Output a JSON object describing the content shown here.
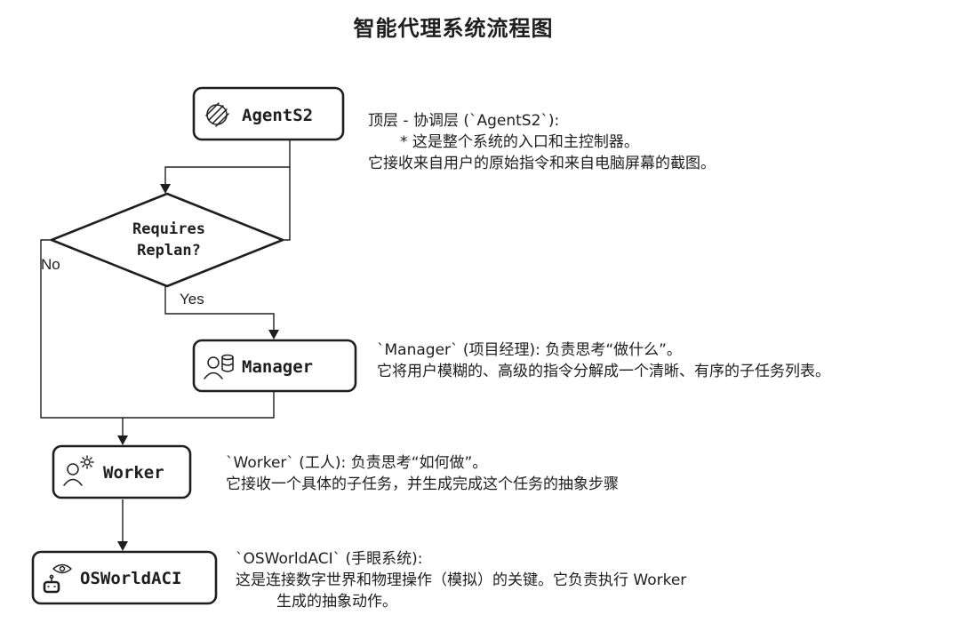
{
  "title": "智能代理系统流程图",
  "nodes": {
    "agents2": "AgentS2",
    "decision_line1": "Requires",
    "decision_line2": "Replan?",
    "manager": "Manager",
    "worker": "Worker",
    "osworldaci": "OSWorldACI"
  },
  "edge_labels": {
    "no": "No",
    "yes": "Yes"
  },
  "icons": {
    "agents2": "stacked-layers-icon",
    "manager": "person-with-database-icon",
    "worker": "person-with-gear-icon",
    "osworldaci": "robot-with-eye-icon"
  },
  "notes": {
    "agents2": [
      "顶层 - 协调层 (`AgentS2`):",
      "* 这是整个系统的入口和主控制器。",
      "它接收来自用户的原始指令和来自电脑屏幕的截图。"
    ],
    "manager": [
      "`Manager` (项目经理): 负责思考“做什么”。",
      "它将用户模糊的、高级的指令分解成一个清晰、有序的子任务列表。"
    ],
    "worker": [
      "`Worker` (工人): 负责思考“如何做”。",
      "它接收一个具体的子任务，并生成完成这个任务的抽象步骤"
    ],
    "osworldaci": [
      "`OSWorldACI` (手眼系统):",
      "这是连接数字世界和物理操作（模拟）的关键。它负责执行 Worker",
      "生成的抽象动作。"
    ]
  }
}
